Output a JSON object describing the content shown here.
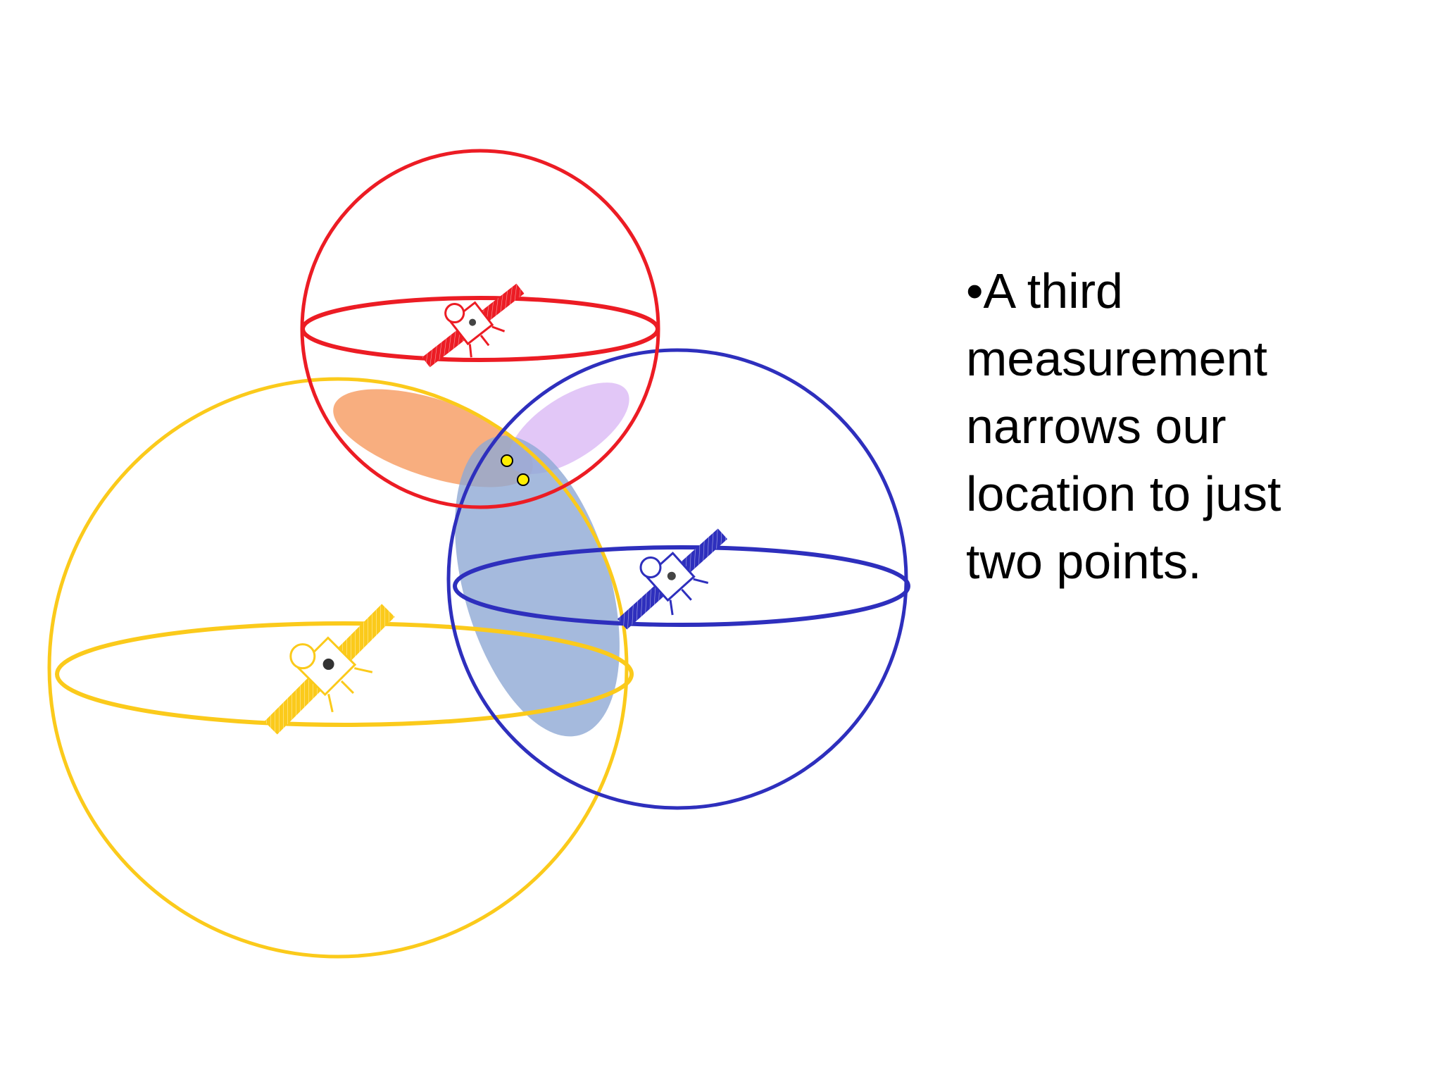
{
  "slide": {
    "bullet_char": "•",
    "lines": [
      "A third",
      "measurement",
      "narrows our",
      "location to just",
      "two points."
    ]
  },
  "colors": {
    "red_sphere": "#ec1c24",
    "blue_sphere": "#2e2fbd",
    "yellow_sphere": "#fbca1b",
    "orange_overlap": "#f7a068",
    "purple_overlap": "#d8b4f4",
    "blue_overlap": "#8ea9d4",
    "solution_point": "#ffee00",
    "text": "#000000"
  },
  "icons": {
    "satellite": "satellite-icon",
    "point": "solution-point-icon"
  }
}
